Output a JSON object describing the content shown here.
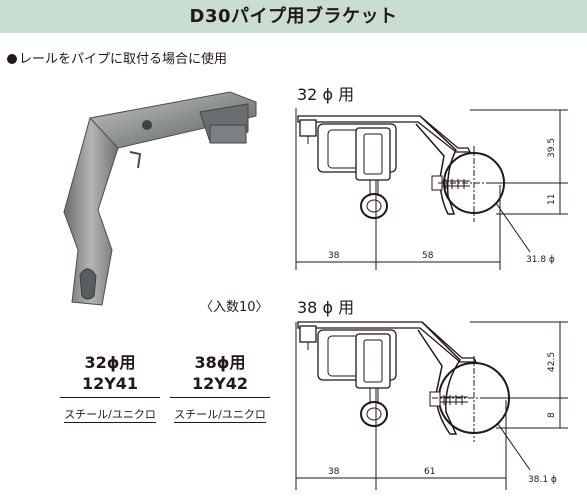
{
  "title": "D30パイプ用ブラケット",
  "intro": "レールをパイプに取付る場合に使用",
  "quantity": "〈入数10〉",
  "products": [
    {
      "pipe": "32ϕ用",
      "code": "12Y41",
      "material": "スチール/ユニクロ"
    },
    {
      "pipe": "38ϕ用",
      "code": "12Y42",
      "material": "スチール/ユニクロ"
    }
  ],
  "diagrams": [
    {
      "title": "32 ϕ 用",
      "dim_left": "38",
      "dim_right": "58",
      "dim_top": "39.5",
      "dim_bottom": "11",
      "dim_pipe": "31.8 ϕ"
    },
    {
      "title": "38 ϕ 用",
      "dim_left": "38",
      "dim_right": "61",
      "dim_top": "42.5",
      "dim_bottom": "8",
      "dim_pipe": "38.1 ϕ"
    }
  ]
}
